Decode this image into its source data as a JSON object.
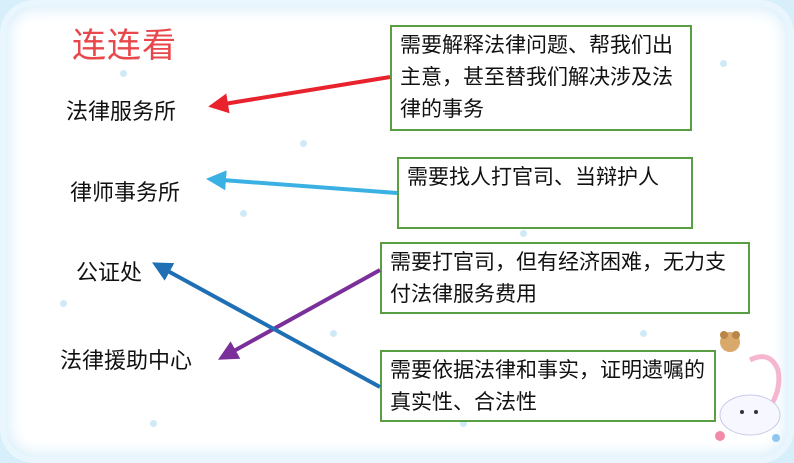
{
  "title": "连连看",
  "left_items": [
    "法律服务所",
    "律师事务所",
    "公证处",
    "法律援助中心"
  ],
  "right_items": [
    "需要解释法律问题、帮我们出主意，甚至替我们解决涉及法律的事务",
    "需要找人打官司、当辩护人",
    "需要打官司，但有经济困难，无力支付法律服务费用",
    "需要依据法律和事实，证明遗嘱的真实性、合法性"
  ],
  "colors": {
    "arrow1": "#e8232e",
    "arrow2": "#3bb1e3",
    "arrow3": "#7b2f9a",
    "arrow4": "#1f6fb5",
    "box_border": "#5a9e44"
  }
}
